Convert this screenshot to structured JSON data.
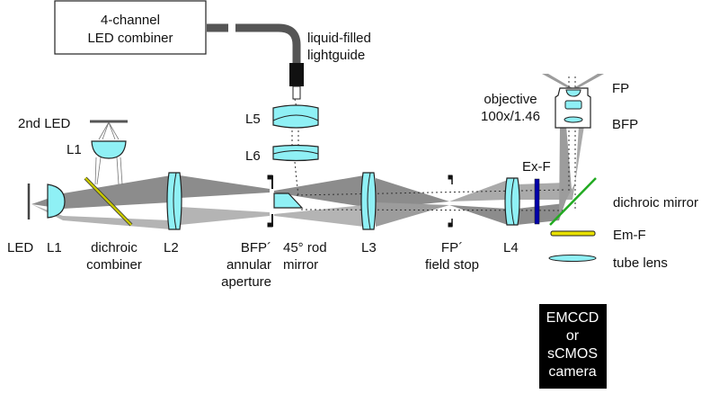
{
  "title": "TIRF illumination optical setup",
  "colors": {
    "lens_fill": "#8ff0f5",
    "beam_dark": "#8c8c8c",
    "beam_light": "#b4b4b4",
    "dichroic_combiner": "#c8c800",
    "dichroic_mirror": "#22aa22",
    "ex_filter": "#0000aa",
    "em_filter": "#e8e000",
    "camera_bg": "#000000",
    "lightguide": "#555555"
  },
  "labels": {
    "led_combiner_line1": "4-channel",
    "led_combiner_line2": "LED combiner",
    "lightguide_line1": "liquid-filled",
    "lightguide_line2": "lightguide",
    "second_led": "2nd LED",
    "l1_top": "L1",
    "l5": "L5",
    "l6": "L6",
    "led": "LED",
    "l1": "L1",
    "dichroic_combiner_line1": "dichroic",
    "dichroic_combiner_line2": "combiner",
    "l2": "L2",
    "bfp_prime": "BFP´",
    "annular_line1": "annular",
    "annular_line2": "aperture",
    "rod_line1": "45° rod",
    "rod_line2": "mirror",
    "l3": "L3",
    "fp_prime": "FP´",
    "field_stop": "field stop",
    "l4": "L4",
    "ex_f": "Ex-F",
    "objective_line1": "objective",
    "objective_line2": "100x/1.46",
    "fp": "FP",
    "bfp": "BFP",
    "dichroic_mirror": "dichroic mirror",
    "em_f": "Em-F",
    "tube_lens": "tube lens",
    "camera_line1": "EMCCD",
    "camera_line2": "or",
    "camera_line3": "sCMOS",
    "camera_line4": "camera"
  }
}
